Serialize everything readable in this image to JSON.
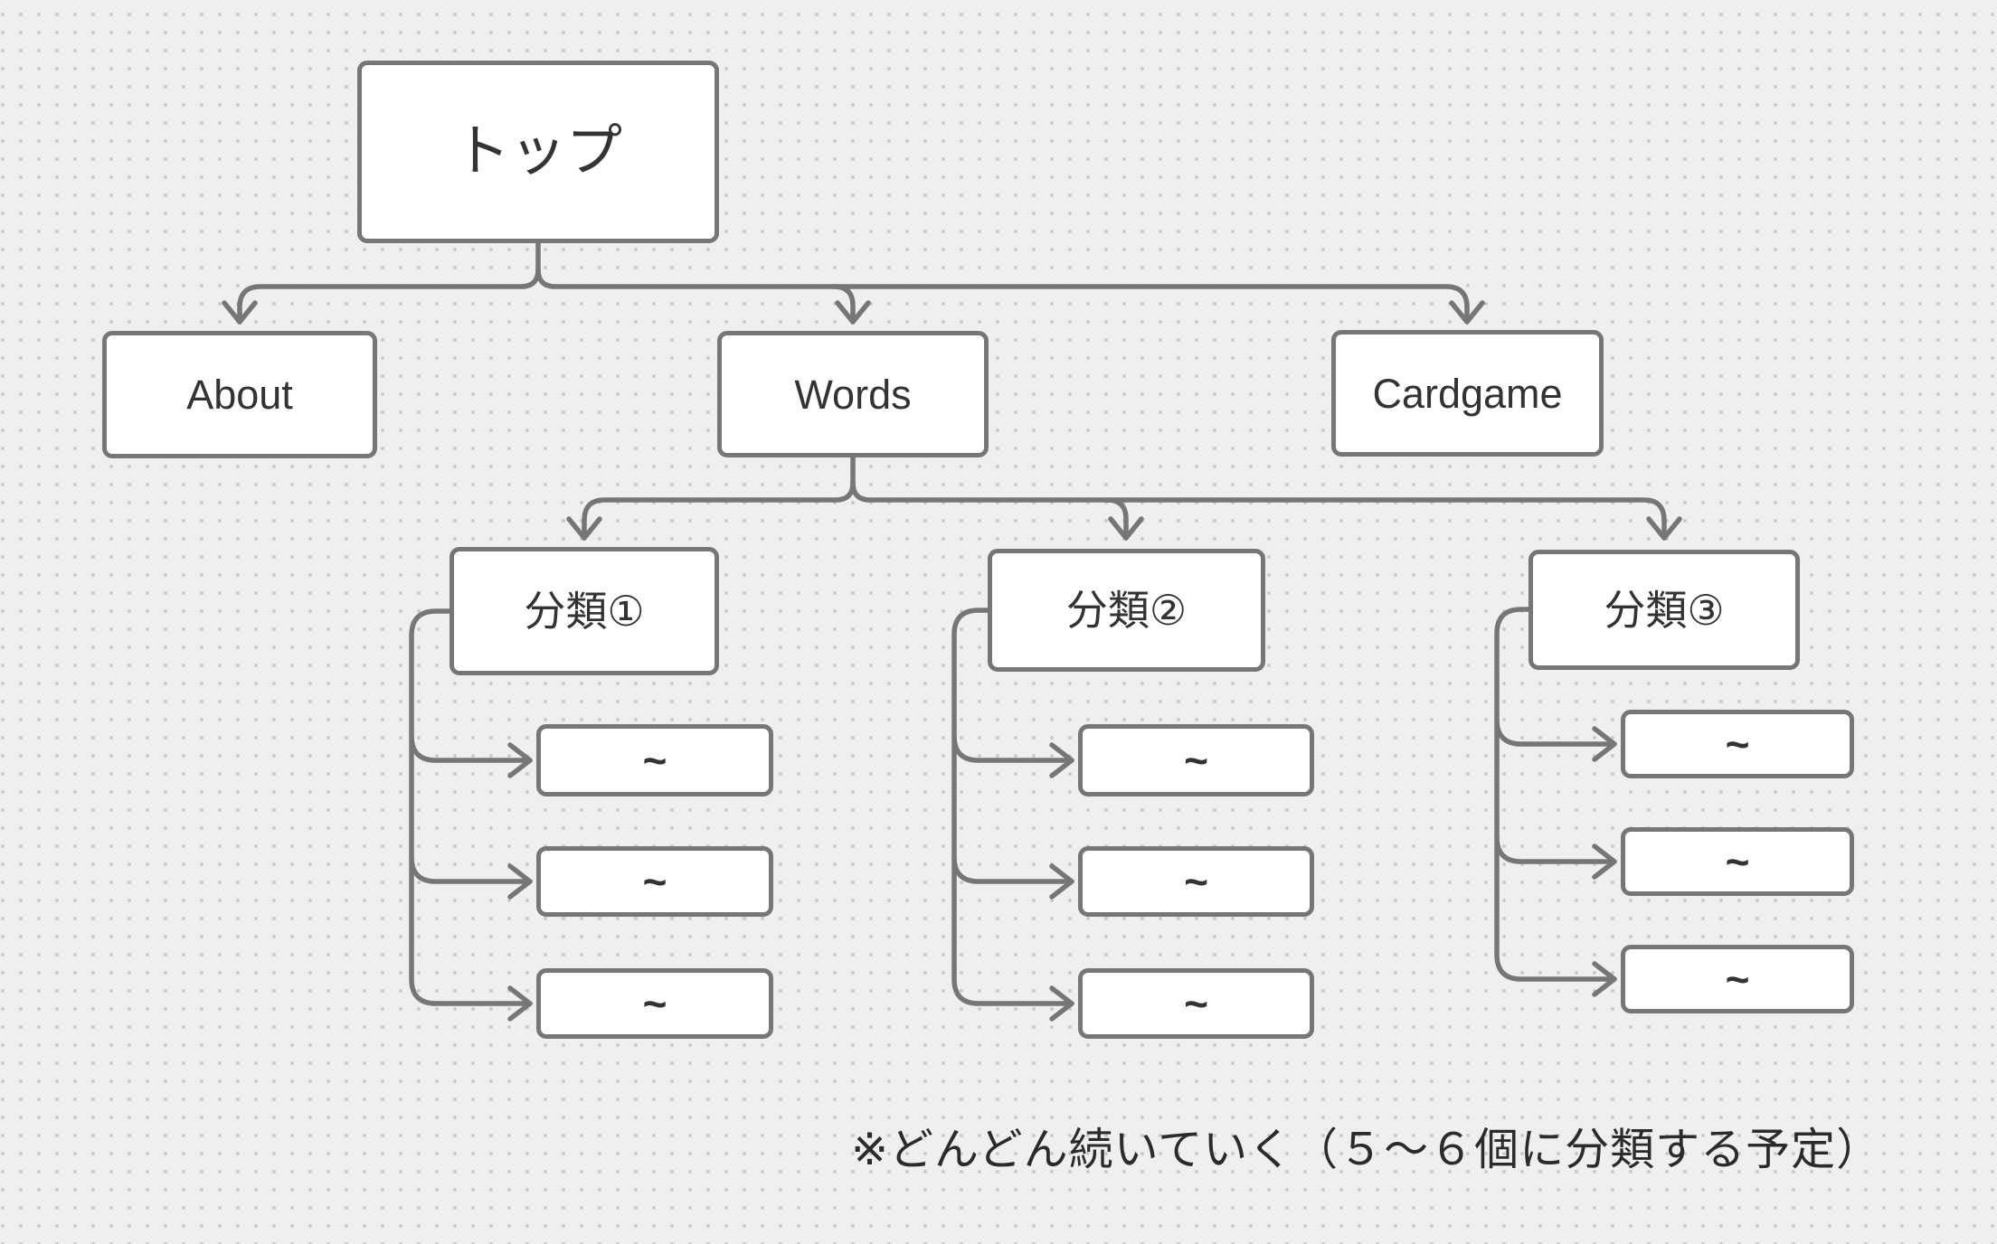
{
  "style": {
    "background_color": "#f0efee",
    "dot_grid_color": "#c7c6c5",
    "connector_color": "#767676",
    "node_fill_color": "#ffffff",
    "node_text_color": "#333333",
    "note_text_color": "#2b2b2b"
  },
  "nodes": {
    "root": {
      "label": "トップ"
    },
    "level1": [
      {
        "label": "About"
      },
      {
        "label": "Words"
      },
      {
        "label": "Cardgame"
      }
    ],
    "categories": [
      {
        "label": "分類①"
      },
      {
        "label": "分類②"
      },
      {
        "label": "分類③"
      }
    ],
    "placeholder_label": "~"
  },
  "note": {
    "text": "※どんどん続いていく（５〜６個に分類する予定）"
  }
}
